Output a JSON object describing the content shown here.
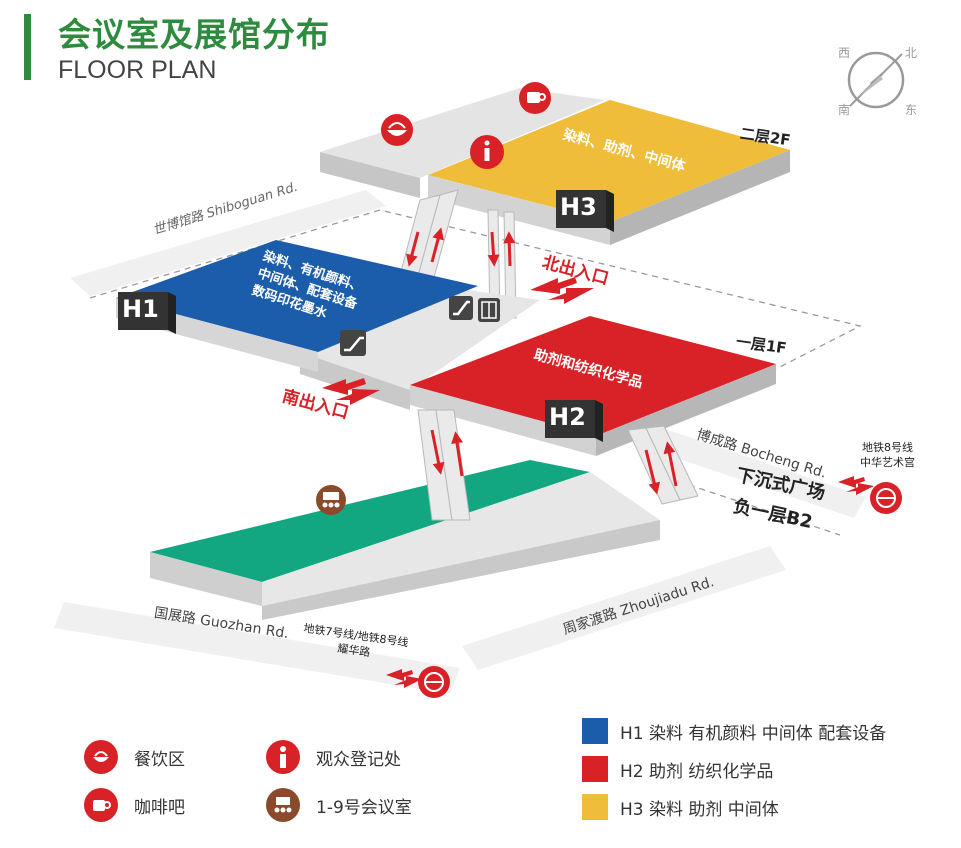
{
  "header": {
    "title": "会议室及展馆分布",
    "subtitle": "FLOOR PLAN"
  },
  "compass": {
    "west": "西",
    "north": "北",
    "south": "南",
    "east": "东"
  },
  "halls": {
    "h1": {
      "code": "H1",
      "text_lines": [
        "染料、有机颜料、",
        "中间体、配套设备",
        "数码印花墨水"
      ],
      "color": "#1b5dab"
    },
    "h2": {
      "code": "H2",
      "text": "助剂和纺织化学品",
      "color": "#d92128"
    },
    "h3": {
      "code": "H3",
      "text": "染料、助剂、中间体",
      "color": "#efbd3a"
    },
    "basement_color": "#12a781"
  },
  "floors": {
    "second": "二层2F",
    "first": "一层1F",
    "basement_line1": "下沉式广场",
    "basement_line2": "负一层B2"
  },
  "entrances": {
    "north": "北出入口",
    "south": "南出入口"
  },
  "roads": {
    "shiboguan": "世博馆路 Shiboguan Rd.",
    "bocheng": "博成路 Bocheng Rd.",
    "guozhan": "国展路 Guozhan Rd.",
    "zhoujiadu": "周家渡路 Zhoujiadu Rd."
  },
  "metro": {
    "line8": {
      "line1": "地铁8号线",
      "line2": "中华艺术宫"
    },
    "line78": {
      "line1": "地铁7号线/地铁8号线",
      "line2": "耀华路"
    }
  },
  "legend": {
    "dining": {
      "label": "餐饮区",
      "icon": "dining-icon"
    },
    "cafe": {
      "label": "咖啡吧",
      "icon": "coffee-icon"
    },
    "info": {
      "label": "观众登记处",
      "icon": "info-icon"
    },
    "meeting": {
      "label": "1-9号会议室",
      "icon": "meeting-room-icon"
    },
    "h1": {
      "label": "H1 染料 有机颜料  中间体 配套设备"
    },
    "h2": {
      "label": "H2 助剂 纺织化学品"
    },
    "h3": {
      "label": "H3 染料 助剂 中间体"
    }
  },
  "colors": {
    "brand_green": "#2e8b3e",
    "accent_red": "#d92128",
    "info_red": "#d92128",
    "meeting_brown": "#8b4a2b"
  }
}
